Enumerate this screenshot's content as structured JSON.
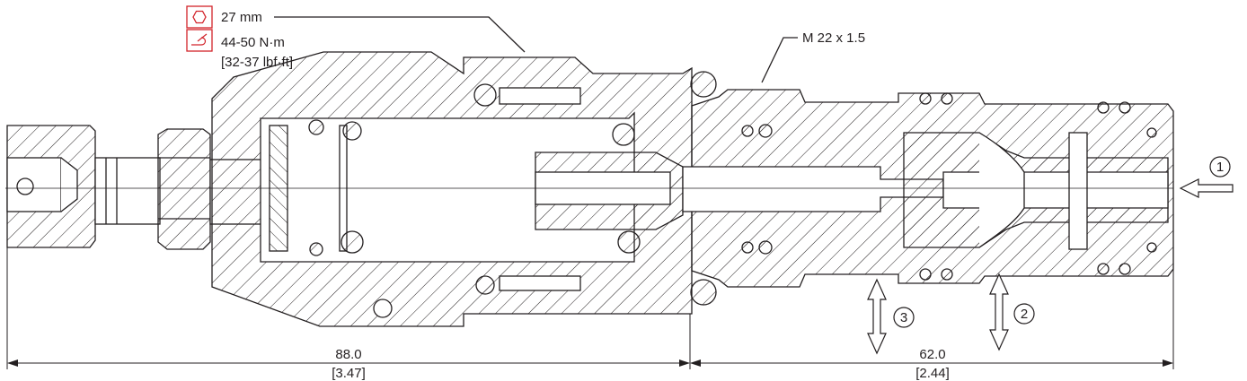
{
  "tool": {
    "wrench_size": "27 mm",
    "torque_metric": "44-50 N·m",
    "torque_imperial": "[32-37 lbf·ft]",
    "hex_icon": "hexagon-icon",
    "torque_icon": "torque-wrench-icon",
    "icon_color": "#d2232a"
  },
  "thread": {
    "label": "M 22 x 1.5"
  },
  "ports": [
    {
      "id": "port-1",
      "label": "1"
    },
    {
      "id": "port-2",
      "label": "2"
    },
    {
      "id": "port-3",
      "label": "3"
    }
  ],
  "dimensions": [
    {
      "id": "dim-left",
      "metric": "88.0",
      "imperial": "[3.47]"
    },
    {
      "id": "dim-right",
      "metric": "62.0",
      "imperial": "[2.44]"
    }
  ],
  "colors": {
    "line": "#231f20",
    "background": "#ffffff"
  }
}
